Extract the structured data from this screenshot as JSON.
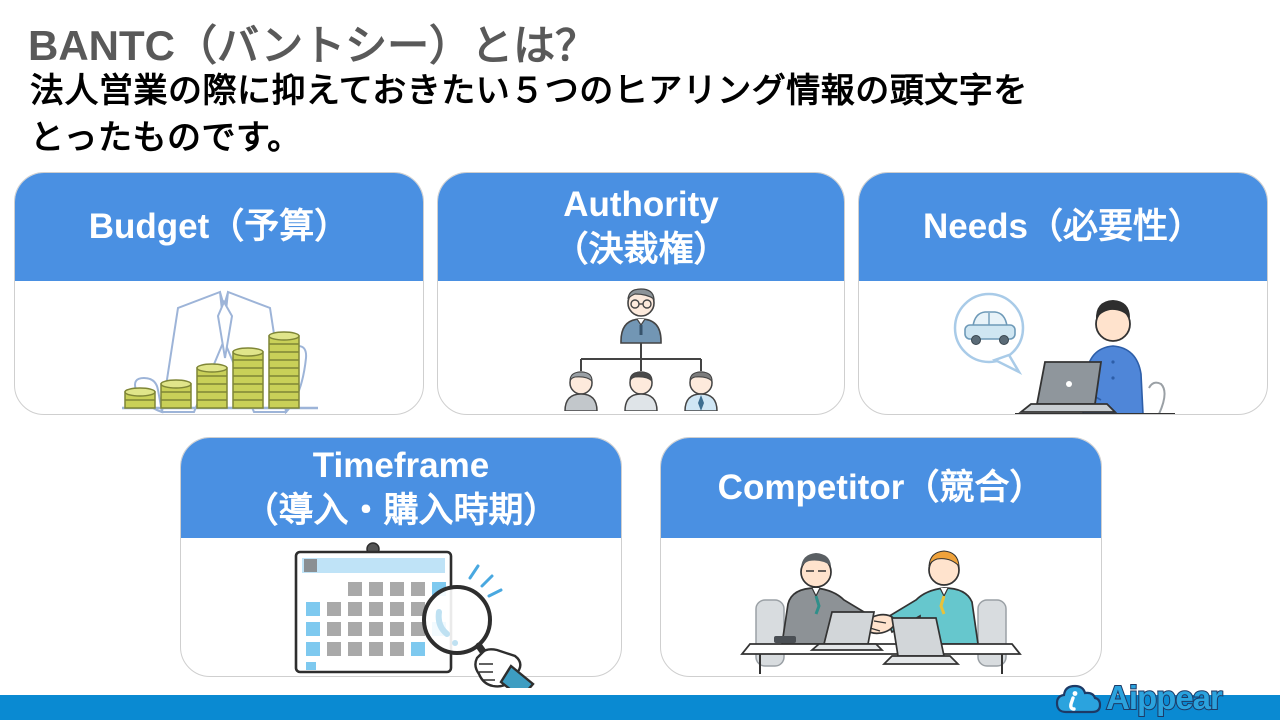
{
  "slide": {
    "title": "BANTC（バントシー）とは？",
    "subtitle_lines": [
      "法人営業の際に抑えておきたい５つのヒアリング情報の頭文字を",
      "とったものです。"
    ],
    "cards": [
      {
        "name": "budget",
        "header_lines": [
          "Budget（予算）"
        ],
        "illustration": "businessman-with-growing-coin-stacks"
      },
      {
        "name": "authority",
        "header_lines": [
          "Authority",
          "（決裁権）"
        ],
        "illustration": "org-chart-boss-and-three-staff"
      },
      {
        "name": "needs",
        "header_lines": [
          "Needs（必要性）"
        ],
        "illustration": "person-at-laptop-thinking-of-car"
      },
      {
        "name": "timeframe",
        "header_lines": [
          "Timeframe",
          "（導入・購入時期）"
        ],
        "illustration": "calendar-with-magnifying-glass"
      },
      {
        "name": "competitor",
        "header_lines": [
          "Competitor（競合）"
        ],
        "illustration": "two-businessmen-handshake-meeting"
      }
    ],
    "footer": {
      "logo_text": "Aippear"
    },
    "colors": {
      "card_header_blue": "#4a90e2",
      "footer_bar_blue": "#0a8ad2",
      "title_gray": "#595959",
      "body_text_black": "#000000",
      "coin_green": "#c9d058",
      "calendar_light_blue": "#7ec9ef",
      "logo_blue": "#2ba3de",
      "logo_outline_navy": "#1d3a66"
    }
  }
}
